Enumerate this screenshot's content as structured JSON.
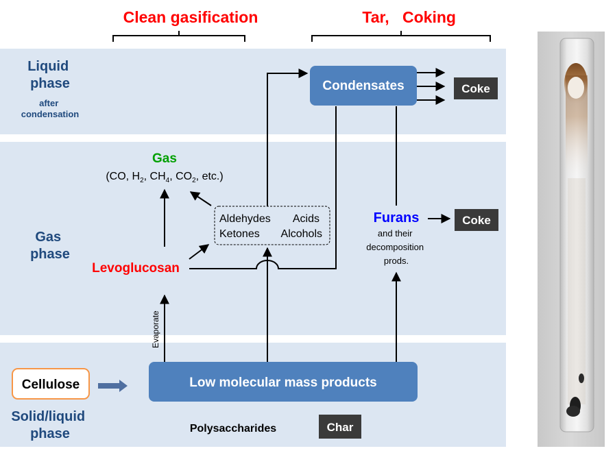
{
  "headers": {
    "clean_gasification": "Clean gasification",
    "tar": "Tar,",
    "coking": "Coking"
  },
  "phases": {
    "liquid_title": [
      "Liquid",
      "phase"
    ],
    "liquid_sub": [
      "after",
      "condensation"
    ],
    "gas_title": [
      "Gas",
      "phase"
    ],
    "solid_title": [
      "Solid/liquid",
      "phase"
    ]
  },
  "nodes": {
    "condensates": "Condensates",
    "coke": "Coke",
    "gas_title": "Gas",
    "gas_formula": {
      "open": "(CO, H",
      "h2_sub": "2",
      "ch4": ", CH",
      "ch4_sub": "4",
      "co2": ", CO",
      "co2_sub": "2",
      "close": ", etc.)"
    },
    "aldehydes": "Aldehydes",
    "acids": "Acids",
    "ketones": "Ketones",
    "alcohols": "Alcohols",
    "furans": "Furans",
    "furans_sub": [
      "and their",
      "decomposition",
      "prods."
    ],
    "levoglucosan": "Levoglucosan",
    "evaporate": "Evaporate",
    "cellulose": "Cellulose",
    "low_molecular": "Low molecular mass products",
    "polysaccharides": "Polysaccharides",
    "char": "Char"
  },
  "colors": {
    "band": "#dce6f2",
    "box_blue": "#4f81bd",
    "header_red": "#ff0000",
    "gas_green": "#00a000",
    "levoglucosan_red": "#ff0000",
    "furans_blue": "#0000ff",
    "phase_text": "#1f497d",
    "dark_box": "#3a3a3a",
    "cellulose_border": "#f79646",
    "big_arrow": "#4f6fa0"
  },
  "photo": {
    "description_icon": "tube-photo-icon"
  }
}
